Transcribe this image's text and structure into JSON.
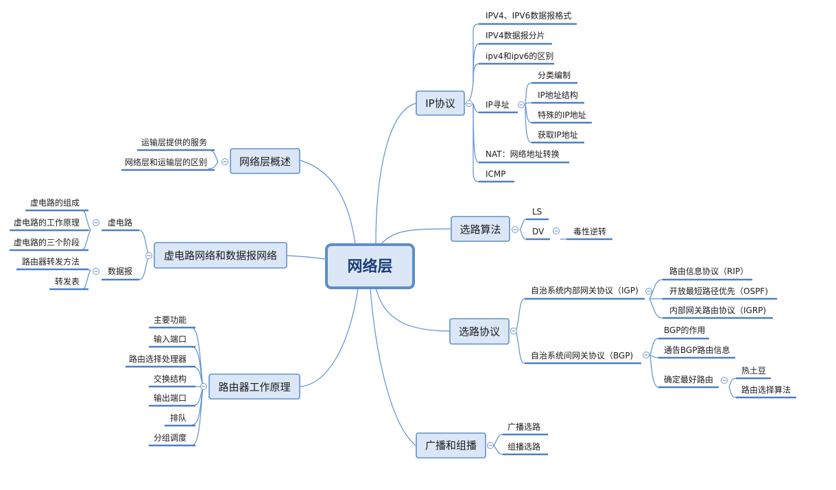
{
  "root": "网络层",
  "branches": {
    "ip": {
      "label": "IP协议",
      "children": [
        "IPV4、IPV6数据报格式",
        "IPV4数据报分片",
        "ipv4和ipv6的区别",
        "IP寻址",
        "NAT：网络地址转换",
        "ICMP"
      ],
      "addressing": [
        "分类编制",
        "IP地址结构",
        "特殊的IP地址",
        "获取IP地址"
      ]
    },
    "routing_algo": {
      "label": "选路算法",
      "children": [
        "LS",
        "DV"
      ],
      "dv_child": "毒性逆转"
    },
    "routing_proto": {
      "label": "选路协议",
      "children": [
        "自治系统内部网关协议（IGP)",
        "自治系统间网关协议（BGP)"
      ],
      "igp": [
        "路由信息协议（RIP）",
        "开放最短路径优先（OSPF)",
        "内部网关路由协议（IGRP)"
      ],
      "bgp": [
        "BGP的作用",
        "通告BGP路由信息",
        "确定最好路由"
      ],
      "best_route": [
        "热土豆",
        "路由选择算法"
      ]
    },
    "broadcast": {
      "label": "广播和组播",
      "children": [
        "广播选路",
        "组播选路"
      ]
    },
    "overview": {
      "label": "网络层概述",
      "children": [
        "运输层提供的服务",
        "网络层和运输层的区别"
      ]
    },
    "vc": {
      "label": "虚电路网络和数据报网络",
      "children": [
        "虚电路",
        "数据报"
      ],
      "vc_items": [
        "虚电路的组成",
        "虚电路的工作原理",
        "虚电路的三个阶段"
      ],
      "dg_items": [
        "路由器转发方法",
        "转发表"
      ]
    },
    "router": {
      "label": "路由器工作原理",
      "children": [
        "主要功能",
        "输入端口",
        "路由选择处理器",
        "交换结构",
        "输出端口",
        "排队",
        "分组调度"
      ]
    }
  }
}
